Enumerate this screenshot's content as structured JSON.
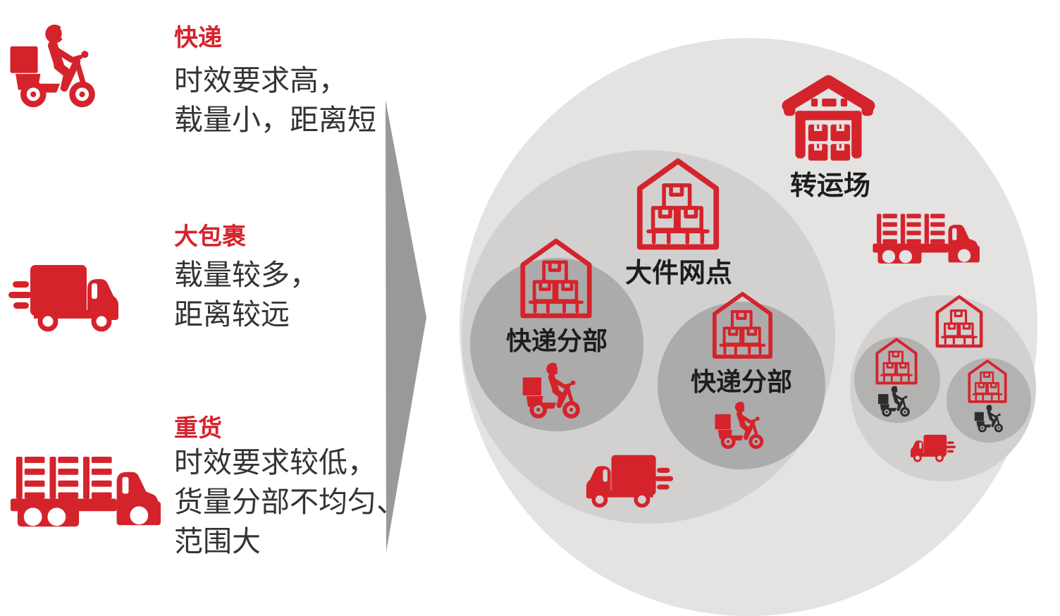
{
  "colors": {
    "red": "#d5232c",
    "body_text": "#333333",
    "label_text": "#1d1d1b",
    "arrow_gray": "#9a9998",
    "outer_circle": "#e4e3e2",
    "mid_circle": "#d2d1d0",
    "branch_circle": "#ababab",
    "small_circle": "#b3b2b1",
    "dark_vehicle": "#2d2d2d",
    "background": "#ffffff"
  },
  "legend": {
    "items": [
      {
        "id": "express",
        "icon": "scooter-icon",
        "title": "快递",
        "lines": [
          "时效要求高，",
          "载量小，距离短"
        ]
      },
      {
        "id": "large-parcel",
        "icon": "delivery-truck-icon",
        "title": "大包裹",
        "lines": [
          "载量较多，",
          "距离较远"
        ]
      },
      {
        "id": "heavy-cargo",
        "icon": "heavy-truck-icon",
        "title": "重货",
        "lines": [
          "时效要求较低，",
          "货量分部不均匀、",
          "范围大"
        ]
      }
    ]
  },
  "diagram": {
    "transfer_station_label": "转运场",
    "bulky_site_label": "大件网点",
    "express_branch_left_label": "快递分部",
    "express_branch_center_label": "快递分部"
  },
  "icons": {
    "legend": [
      "scooter-icon",
      "delivery-truck-icon",
      "heavy-truck-icon"
    ],
    "diagram": [
      "warehouse-solid-icon",
      "warehouse-outline-icon",
      "scooter-icon",
      "delivery-truck-icon",
      "heavy-truck-icon",
      "arrow-right-icon"
    ]
  }
}
